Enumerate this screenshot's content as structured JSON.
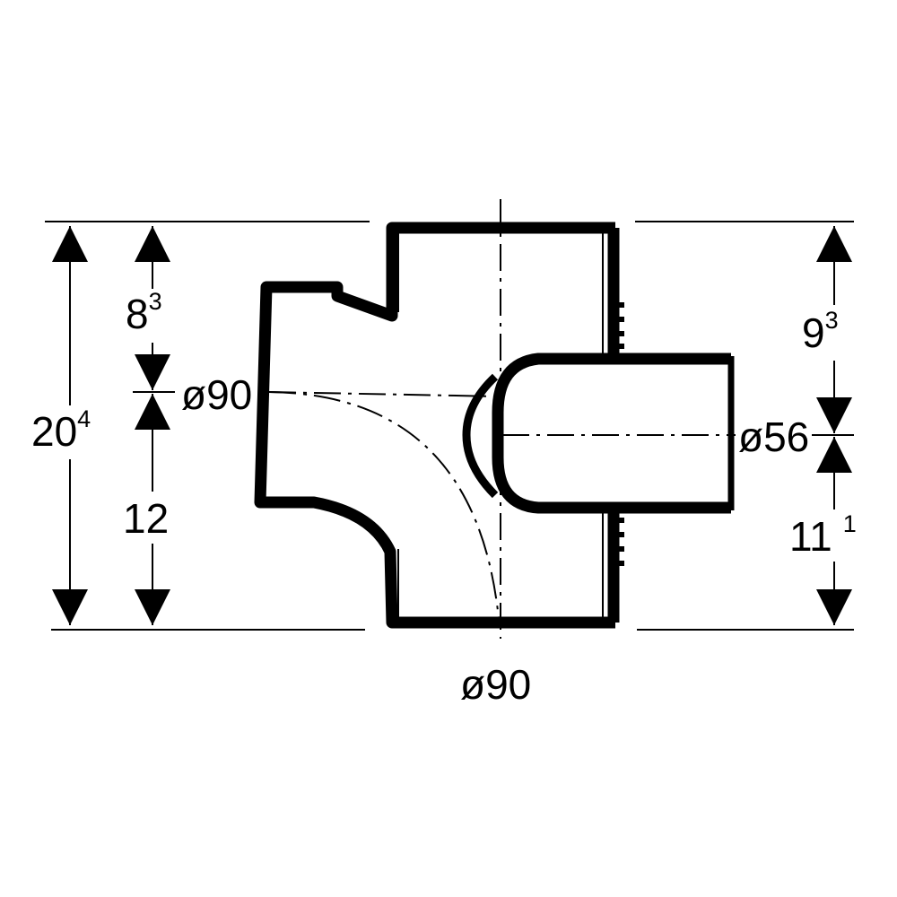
{
  "dimensions": {
    "overall_height": {
      "base": "20",
      "sup": "4"
    },
    "upper_left": {
      "base": "8",
      "sup": "3"
    },
    "lower_left": {
      "base": "12"
    },
    "upper_right": {
      "base": "9",
      "sup": "3"
    },
    "lower_right": {
      "base": "11",
      "sup": "1"
    },
    "side_inlet_diameter": "ø90",
    "bottom_outlet_diameter": "ø90",
    "right_inlet_diameter": "ø56"
  },
  "colors": {
    "stroke": "#000000",
    "background": "#ffffff"
  }
}
